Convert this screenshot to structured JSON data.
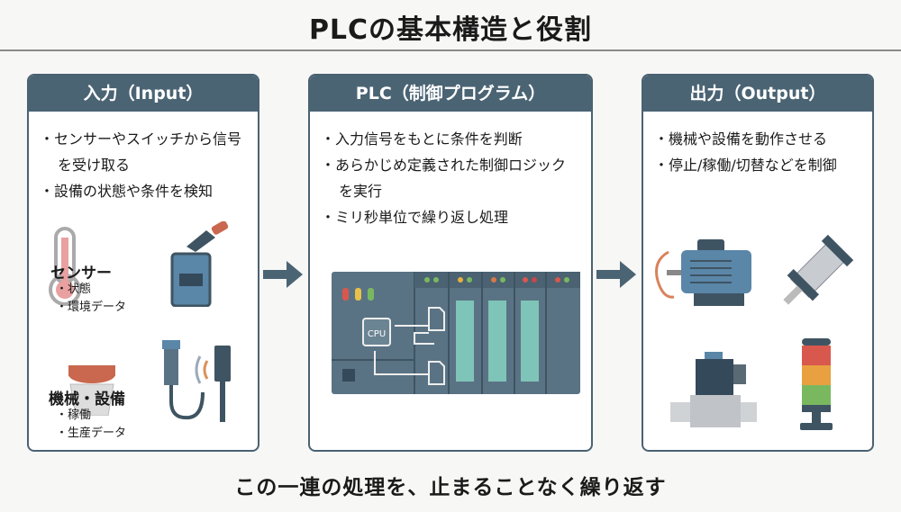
{
  "title": "PLCの基本構造と役割",
  "input": {
    "header": "入力（Input）",
    "bullets": [
      "センサーやスイッチから信号を受け取る",
      "設備の状態や条件を検知"
    ],
    "sensor": {
      "label": "センサー",
      "items": [
        "状態",
        "環境データ"
      ]
    },
    "machine": {
      "label": "機械・設備",
      "items": [
        "稼働",
        "生産データ"
      ]
    }
  },
  "plc": {
    "header": "PLC（制御プログラム）",
    "bullets": [
      "入力信号をもとに条件を判断",
      "あらかじめ定義された制御ロジックを実行",
      "ミリ秒単位で繰り返し処理"
    ],
    "cpu_label": "CPU"
  },
  "output": {
    "header": "出力（Output）",
    "bullets": [
      "機械や設備を動作させる",
      "停止/稼働/切替などを制御"
    ]
  },
  "footer": "この一連の処理を、止まることなく繰り返す",
  "colors": {
    "header": "#4b6474",
    "panel_border": "#4a6272",
    "plc_body": "#5a7384",
    "io_slot": "#7fc4b8"
  }
}
